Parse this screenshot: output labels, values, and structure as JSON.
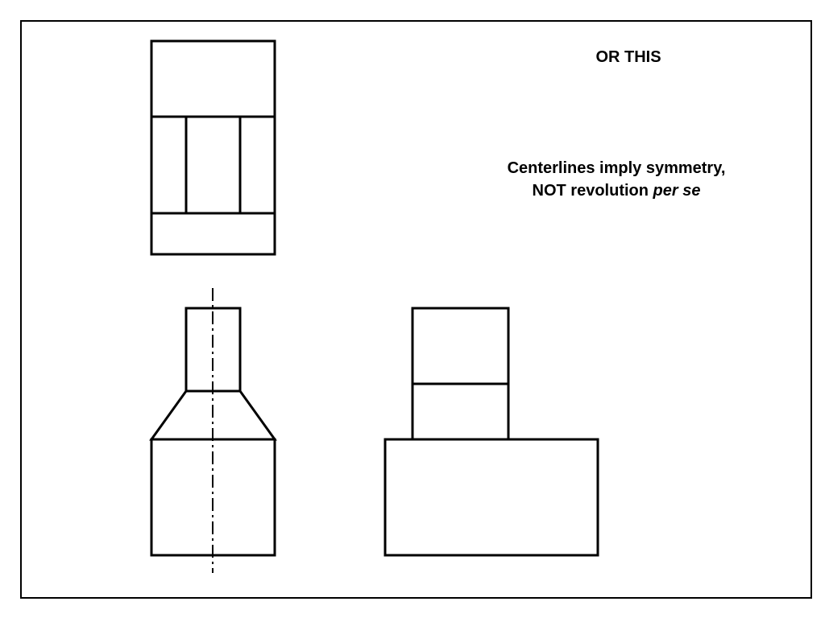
{
  "heading": "OR THIS",
  "note": {
    "line1": "Centerlines imply symmetry,",
    "line2_prefix": "NOT revolution ",
    "line2_italic": "per se"
  },
  "colors": {
    "background": "#ffffff",
    "stroke": "#000000"
  }
}
